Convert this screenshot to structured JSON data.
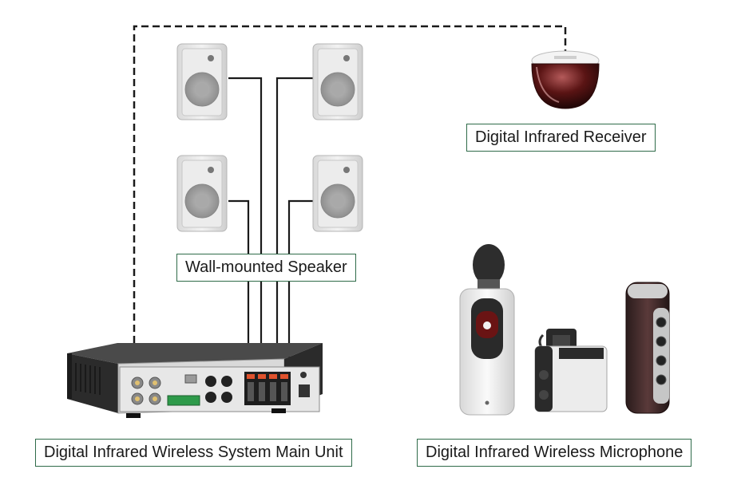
{
  "labels": {
    "receiver": "Digital Infrared Receiver",
    "speaker": "Wall-mounted Speaker",
    "main_unit": "Digital Infrared Wireless System Main Unit",
    "microphone": "Digital Infrared Wireless Microphone"
  },
  "colors": {
    "label_border": "#2f6b49",
    "wire": "#1a1a1a",
    "speaker_body": "#e8e8e8",
    "receiver_dome": "#5a1a1a"
  }
}
